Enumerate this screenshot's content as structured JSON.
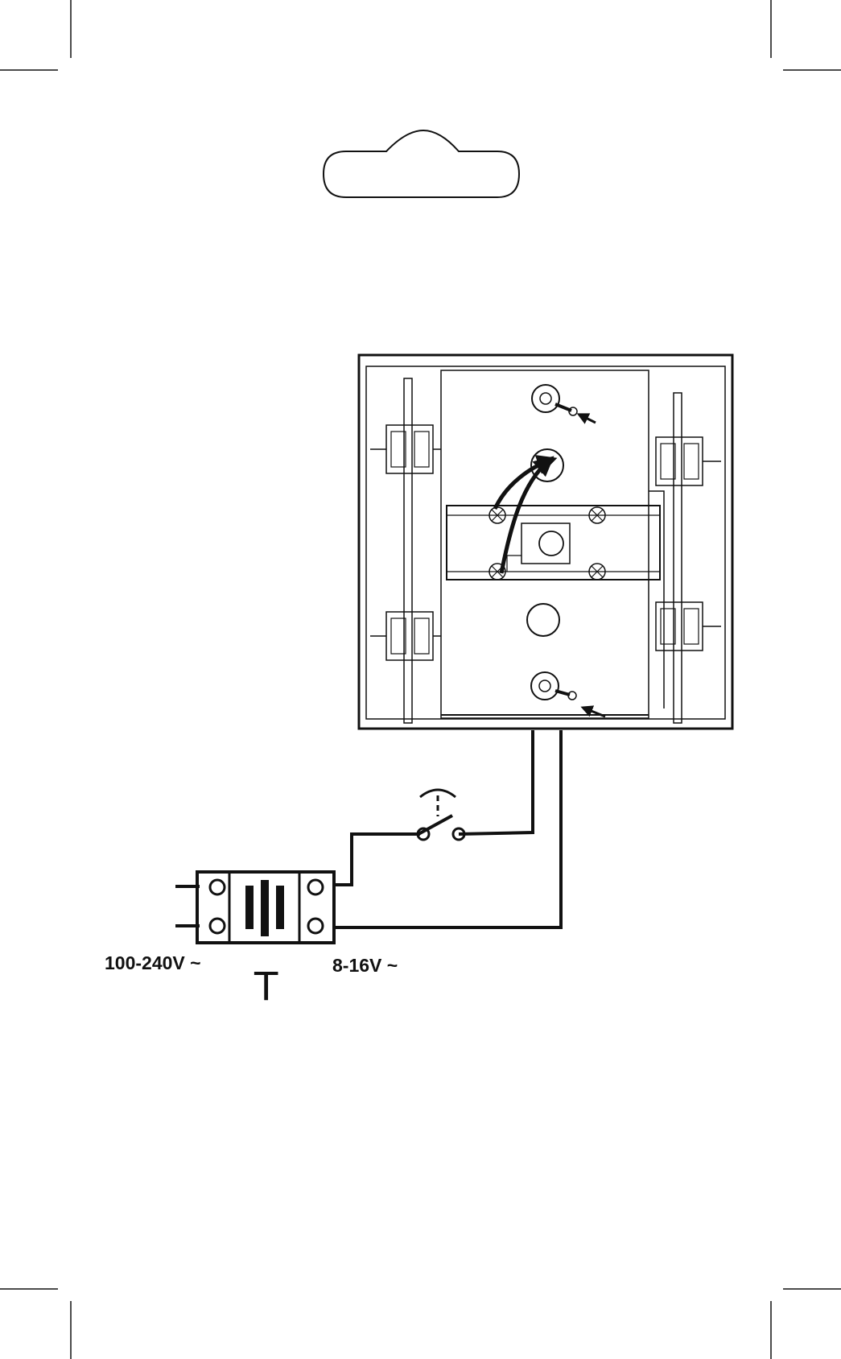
{
  "colors": {
    "ink": "#111111",
    "paper": "#ffffff"
  },
  "labels": {
    "input_voltage": "100-240V ~",
    "output_voltage": "8-16V ~",
    "transformer": "T"
  },
  "icons": {
    "hang_tab": "hang-tab-cutout-icon",
    "push_button": "push-button-switch-icon",
    "screw": "screw-icon",
    "crop_marks": "crop-mark-icon"
  }
}
